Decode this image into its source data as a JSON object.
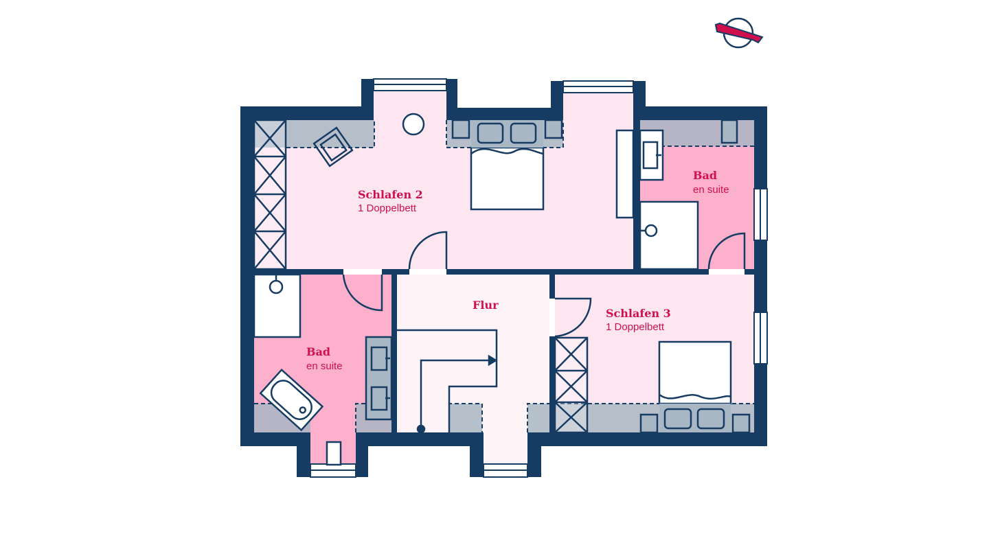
{
  "colors": {
    "wall": "#173c63",
    "room_light": "#fde6ef",
    "room_bath": "#fdb0cc",
    "room_hall": "#fef3f7",
    "low_ceiling": "#a9b6c3",
    "accent": "#d0104c",
    "white": "#ffffff"
  },
  "rooms": {
    "schlafen2": {
      "name": "Schlafen 2",
      "sub": "1 Doppelbett"
    },
    "bad_right": {
      "name": "Bad",
      "sub": "en suite"
    },
    "bad_left": {
      "name": "Bad",
      "sub": "en suite"
    },
    "flur": {
      "name": "Flur"
    },
    "schlafen3": {
      "name": "Schlafen 3",
      "sub": "1 Doppelbett"
    }
  },
  "icons": {
    "compass": "compass-icon",
    "bed": "double-bed-icon",
    "bathtub": "bathtub-icon",
    "toilet": "toilet-icon",
    "sink": "sink-icon",
    "armchair": "armchair-icon",
    "stairs": "stairs-arrow-icon"
  }
}
